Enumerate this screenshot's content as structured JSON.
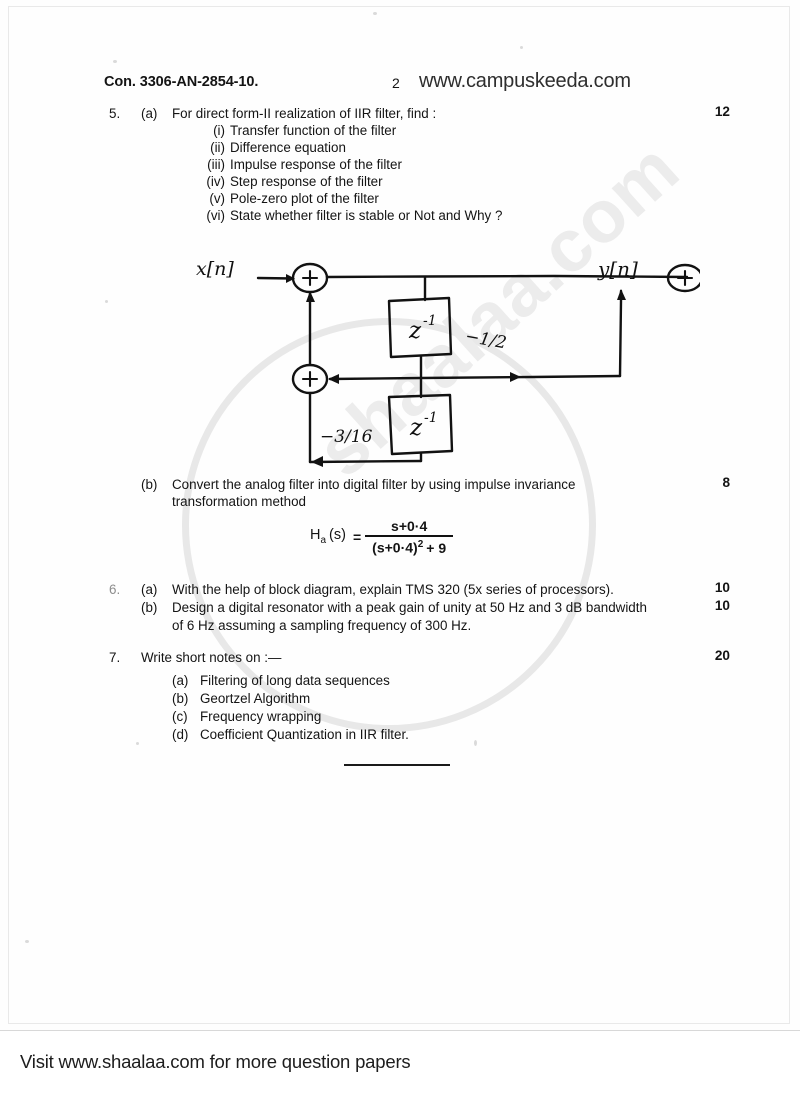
{
  "header": {
    "con_code": "Con. 3306-AN-2854-10.",
    "page_number": "2",
    "site_watermark": "www.campuskeeda.com"
  },
  "watermarks": {
    "diagonal": "shaalaa.com",
    "circle_color": "#e8e8e8"
  },
  "questions": [
    {
      "number": "5.",
      "part": "(a)",
      "text": "For direct form-II realization of IIR filter, find :",
      "marks": "12",
      "sub_items": [
        {
          "label": "(i)",
          "text": "Transfer function of the filter"
        },
        {
          "label": "(ii)",
          "text": "Difference equation"
        },
        {
          "label": "(iii)",
          "text": "Impulse response of the filter"
        },
        {
          "label": "(iv)",
          "text": "Step response of the filter"
        },
        {
          "label": "(v)",
          "text": "Pole-zero plot of the filter"
        },
        {
          "label": "(vi)",
          "text": "State whether filter is stable or Not and Why ?"
        }
      ]
    },
    {
      "number": "",
      "part": "(b)",
      "text": "Convert the analog filter into digital filter by using impulse invariance",
      "text_line2": "transformation method",
      "marks": "8"
    },
    {
      "number": "6.",
      "part": "(a)",
      "text": "With the help of block diagram, explain TMS 320 (5x series of processors).",
      "marks": "10"
    },
    {
      "number": "",
      "part": "(b)",
      "text": "Design a digital resonator with a peak gain of unity at 50 Hz and 3 dB bandwidth",
      "text_line2": "of 6 Hz assuming a sampling frequency of 300 Hz.",
      "marks": "10"
    },
    {
      "number": "7.",
      "part": "",
      "text": "Write short notes on :—",
      "marks": "20",
      "sub_items": [
        {
          "label": "(a)",
          "text": "Filtering of long data sequences"
        },
        {
          "label": "(b)",
          "text": "Geortzel Algorithm"
        },
        {
          "label": "(c)",
          "text": "Frequency wrapping"
        },
        {
          "label": "(d)",
          "text": "Coefficient Quantization in IIR filter."
        }
      ]
    }
  ],
  "formula": {
    "lhs": "H",
    "lhs_sub": "a",
    "lhs_arg": "(s)",
    "equals": "=",
    "numerator": "s+0·4",
    "denominator_base": "(s+0·4)",
    "denominator_exp": "2",
    "denominator_tail": "+ 9"
  },
  "diagram": {
    "input_label": "x[n]",
    "output_label": "y[n]",
    "delay_block_1": "z⁻¹",
    "delay_block_2": "z⁻¹",
    "coefficient_1": "−1/2",
    "coefficient_2": "−3/16",
    "adder_symbol": "+"
  },
  "footer": {
    "text": "Visit www.shaalaa.com for more question papers"
  }
}
